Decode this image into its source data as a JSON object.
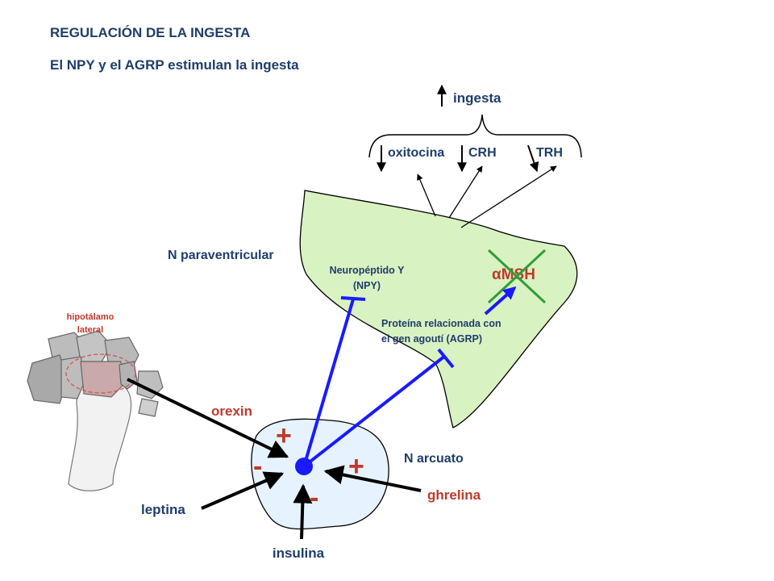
{
  "title": "REGULACIÓN DE LA INGESTA",
  "subtitle": "El NPY y el AGRP estimulan la ingesta",
  "labels": {
    "ingesta": "ingesta",
    "oxitocina": "oxitocina",
    "crh": "CRH",
    "trh": "TRH",
    "n_paraventricular": "N paraventricular",
    "npy_line1": "Neuropéptido Y",
    "npy_line2": "(NPY)",
    "alpha": "α",
    "msh": "MSH",
    "agrp_line1": "Proteína relacionada con",
    "agrp_line2": "el gen agoutí (AGRP)",
    "hipotalamo_line1": "hipotálamo",
    "hipotalamo_line2": "lateral",
    "orexin": "orexin",
    "n_arcuato": "N arcuato",
    "leptina": "leptina",
    "ghrelina": "ghrelina",
    "insulina": "insulina"
  },
  "signs": {
    "orexin_sign": "+",
    "leptina_sign": "-",
    "ghrelina_sign": "+",
    "insulina_sign": "-"
  },
  "colors": {
    "text": "#1f3d6b",
    "red_text": "#c0392b",
    "pvn_fill": "#d9f2c2",
    "arcuate_fill": "#e6f3ff",
    "blue_line": "#1a1aff",
    "cross": "#2e9e3a"
  }
}
